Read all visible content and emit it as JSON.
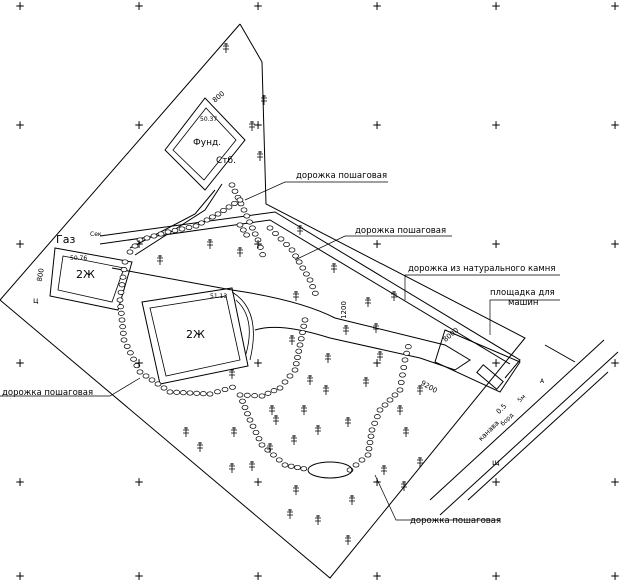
{
  "labels": {
    "path_top": "дорожка пошаговая",
    "path_mid": "дорожка пошаговая",
    "path_stone": "дорожка из натурального камня",
    "parking_line1": "площадка для",
    "parking_line2": "машин",
    "path_left": "дорожка пошаговая",
    "path_bottom": "дорожка пошаговая"
  },
  "buildings": {
    "house_main": "2Ж",
    "house_small": "2Ж",
    "fund_label": "Фунд.",
    "stable_label": "Стб."
  },
  "annotations": {
    "gas": "Газ",
    "sek": "Сек",
    "dim_800_top": "800",
    "dim_800_left": "800",
    "dim_1200": "1200",
    "dim_9200": "9200",
    "dim_8000": "8000",
    "mark_ts": "ц",
    "mark_sch": "щ",
    "mark_a": "А",
    "level_5037": "50.37",
    "level_5076": "50.76",
    "level_5113": "51.13",
    "road_kanava": "канава",
    "road_bord": "борд",
    "road_05": "0.5",
    "road_5m": "5м"
  }
}
